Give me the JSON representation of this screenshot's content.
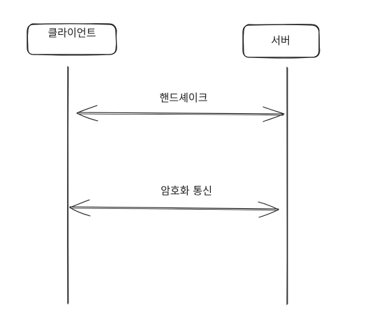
{
  "participants": {
    "client": "클라이언트",
    "server": "서버"
  },
  "messages": [
    {
      "label": "핸드셰이크",
      "from": "client",
      "to": "server",
      "direction": "both"
    },
    {
      "label": "암호화 통신",
      "from": "client",
      "to": "server",
      "direction": "both"
    }
  ],
  "colors": {
    "stroke": "#1e1e1e",
    "background": "#ffffff"
  }
}
